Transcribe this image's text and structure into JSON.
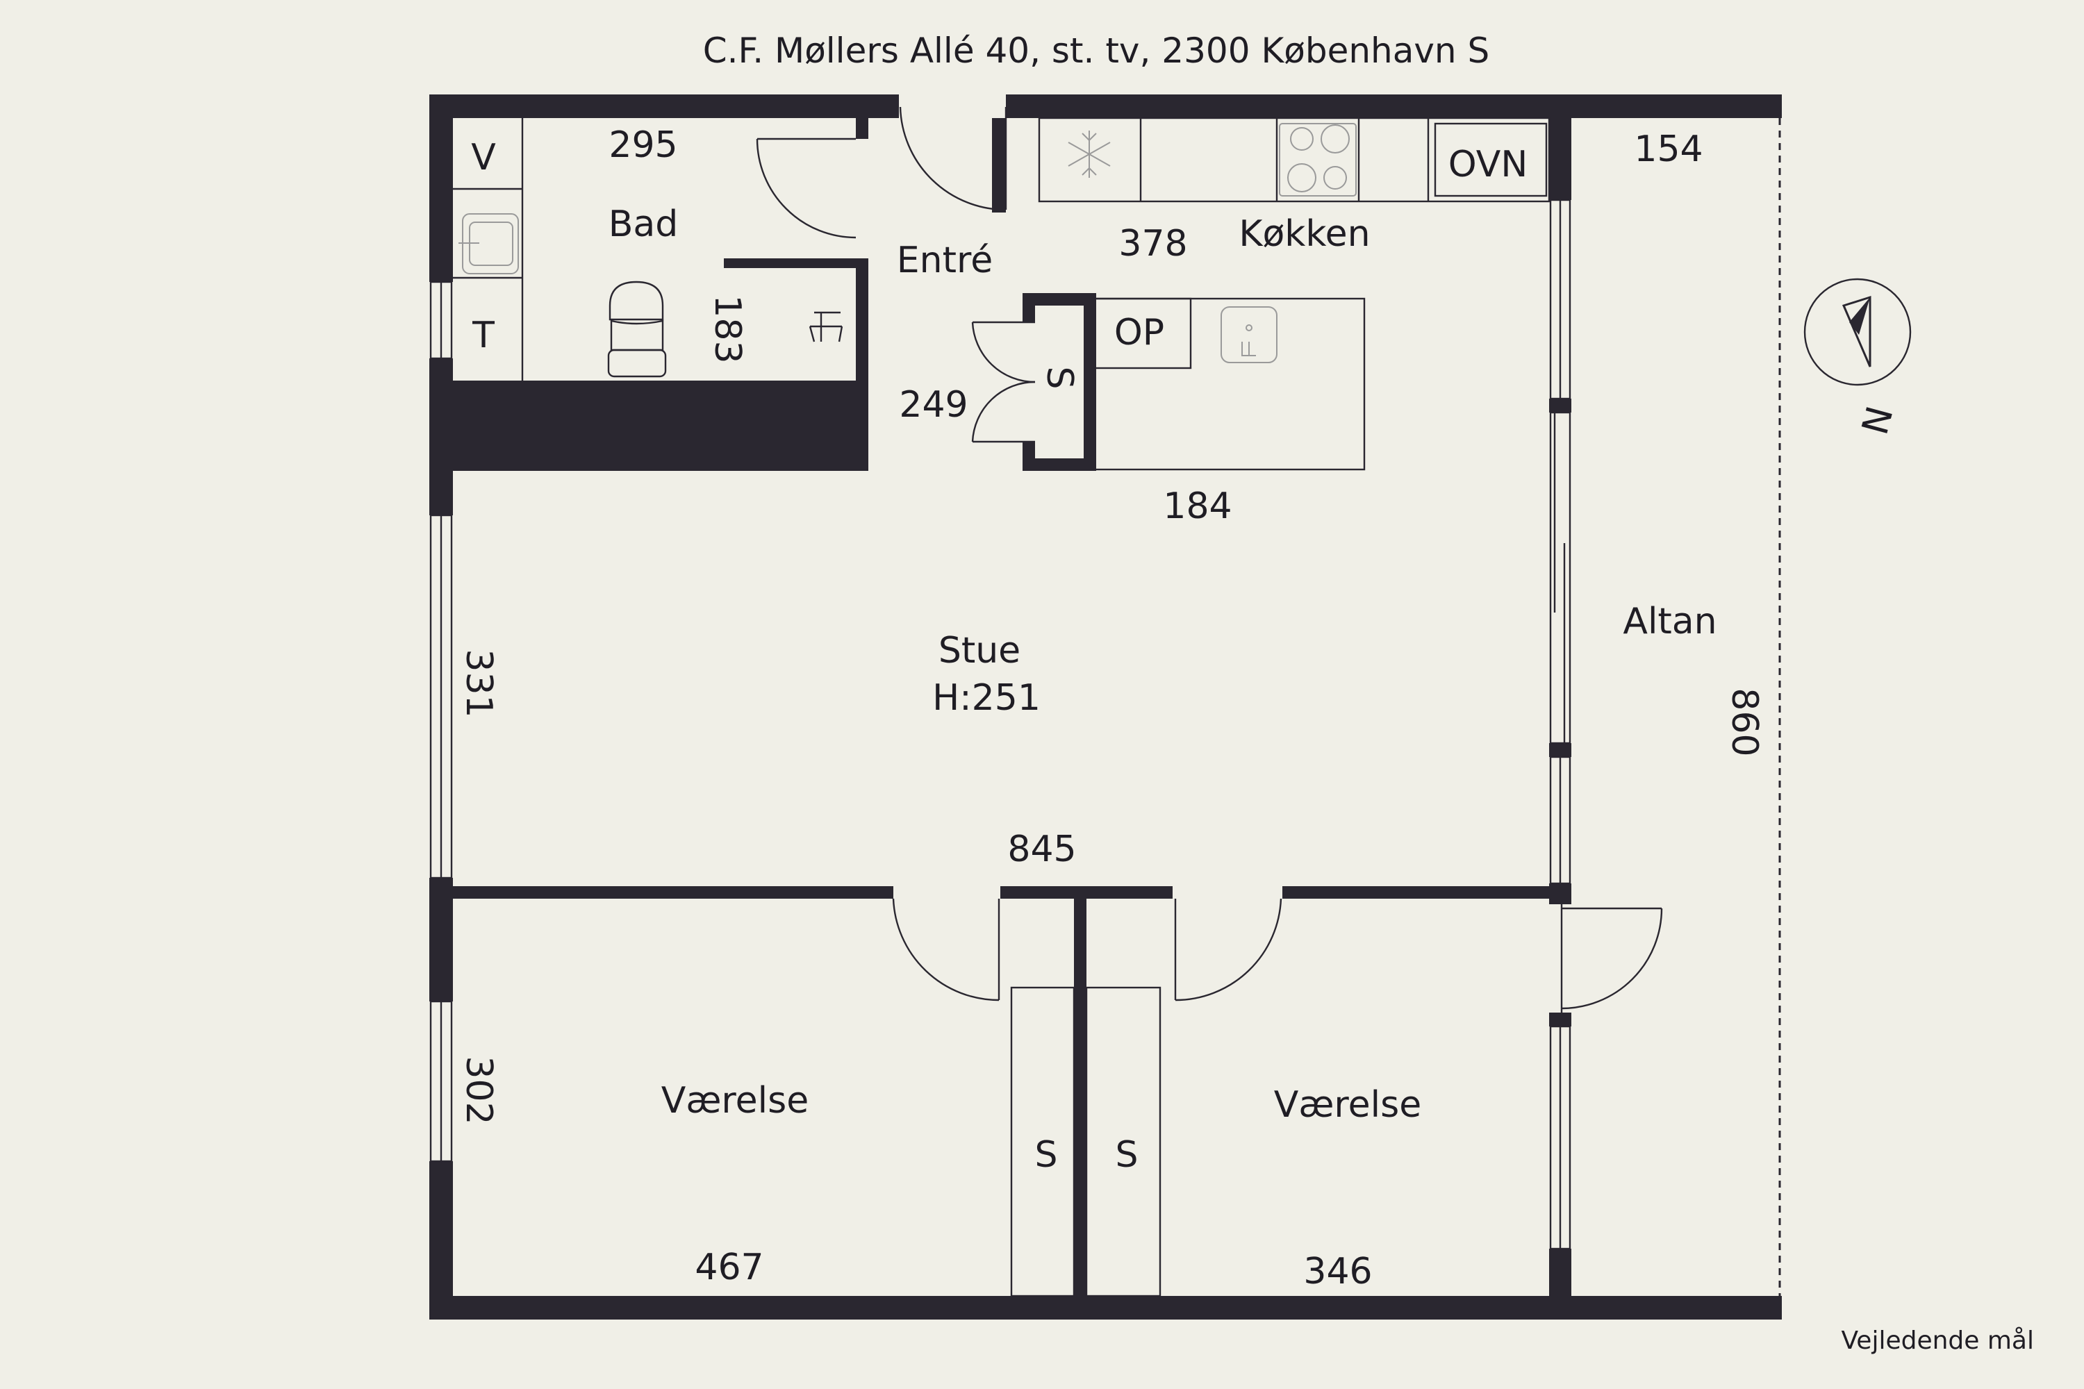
{
  "title": "C.F. Møllers Allé 40, st. tv, 2300 København S",
  "note": "Vejledende mål",
  "rooms": {
    "bad": "Bad",
    "entre": "Entré",
    "kokken": "Køkken",
    "stue": "Stue",
    "stue_height": "H:251",
    "altan": "Altan",
    "vaerelse_left": "Værelse",
    "vaerelse_right": "Værelse"
  },
  "fixtures": {
    "v": "V",
    "t": "T",
    "ovn": "OVN",
    "op": "OP",
    "s_entry": "S",
    "s_left": "S",
    "s_right": "S"
  },
  "dimensions": {
    "bad_width": "295",
    "bad_depth": "183",
    "kitchen_width": "378",
    "altan_width": "154",
    "closet_249": "249",
    "island_184": "184",
    "stue_331": "331",
    "total_845": "845",
    "altan_860": "860",
    "room_302": "302",
    "room_467": "467",
    "room_346": "346"
  },
  "compass": {
    "north_label": "N",
    "icon": "compass-icon"
  },
  "colors": {
    "background": "#f0efe7",
    "wall": "#2a2730"
  }
}
